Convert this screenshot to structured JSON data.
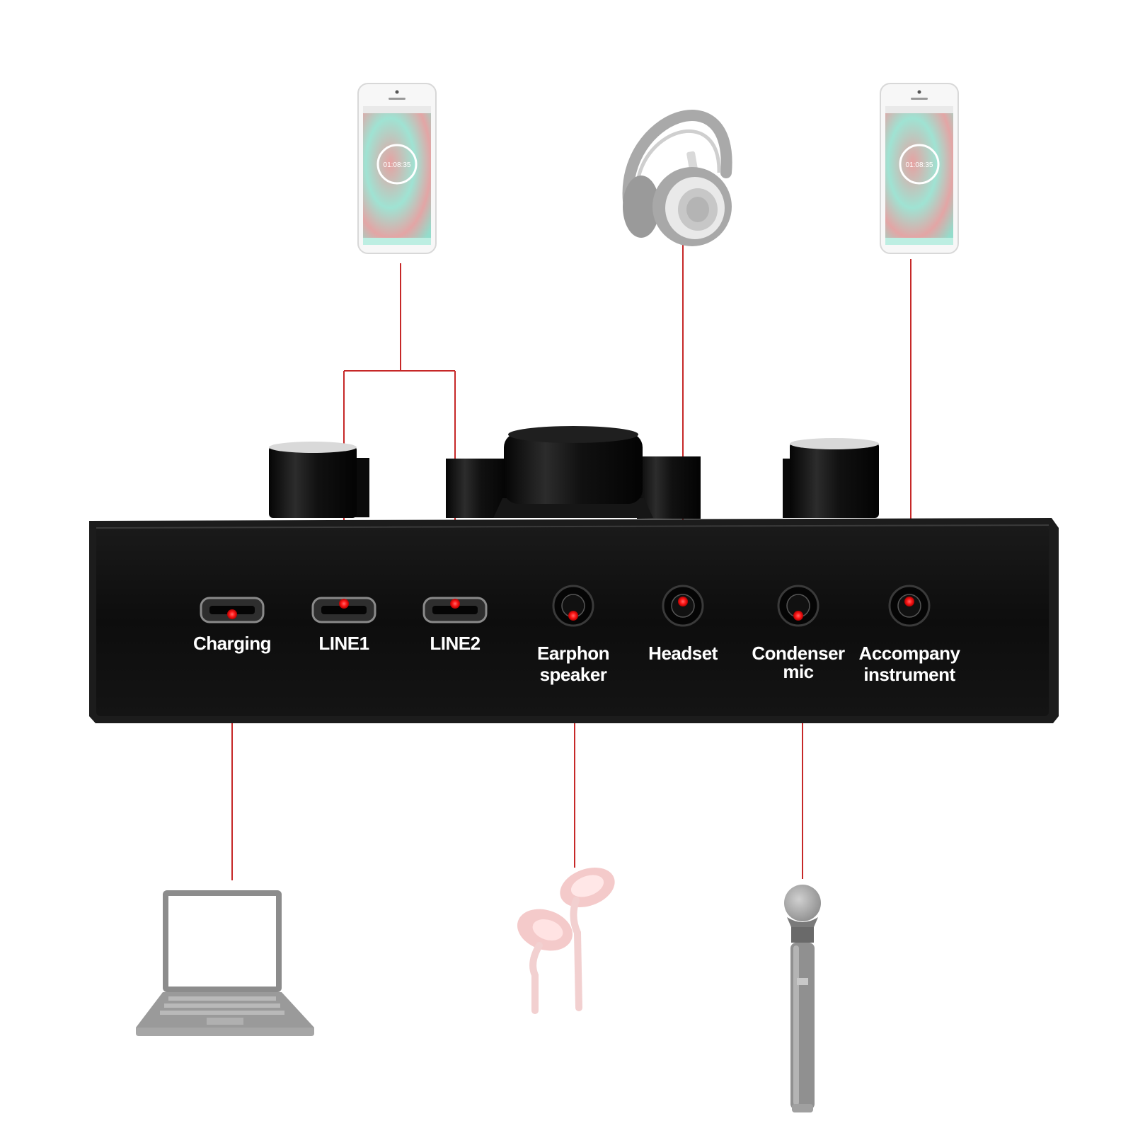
{
  "colors": {
    "background": "#ffffff",
    "device_body": "#0e0e0e",
    "device_edge": "#2a2a2a",
    "connection_line": "#c62828",
    "port_indicator": "#ff1a1a",
    "label_text": "#ffffff",
    "peripheral_gray": "#9e9e9e",
    "earphone_pink": "#f3c6c6",
    "phone_screen_teal": "#8fe0cf",
    "phone_screen_red": "#e89a9a"
  },
  "phone_screen": {
    "time": "01:08:35"
  },
  "ports": [
    {
      "id": "charging",
      "kind": "micro-usb",
      "label_lines": [
        "Charging"
      ]
    },
    {
      "id": "line1",
      "kind": "micro-usb",
      "label_lines": [
        "LINE1"
      ]
    },
    {
      "id": "line2",
      "kind": "micro-usb",
      "label_lines": [
        "LINE2"
      ]
    },
    {
      "id": "earphon-speaker",
      "kind": "audio-jack",
      "label_lines": [
        "Earphon",
        "speaker"
      ]
    },
    {
      "id": "headset",
      "kind": "audio-jack",
      "label_lines": [
        "Headset"
      ]
    },
    {
      "id": "condenser-mic",
      "kind": "audio-jack",
      "label_lines": [
        "Condenser",
        "mic"
      ]
    },
    {
      "id": "accompany-instrument",
      "kind": "audio-jack",
      "label_lines": [
        "Accompany",
        "instrument"
      ]
    }
  ],
  "peripherals": [
    {
      "id": "phone-left",
      "icon": "smartphone-icon",
      "connects_to": [
        "line1",
        "line2"
      ]
    },
    {
      "id": "headphones",
      "icon": "headphones-icon",
      "connects_to": [
        "headset"
      ]
    },
    {
      "id": "phone-right",
      "icon": "smartphone-icon",
      "connects_to": [
        "accompany-instrument"
      ]
    },
    {
      "id": "laptop",
      "icon": "laptop-icon",
      "connects_to": [
        "charging"
      ]
    },
    {
      "id": "earphones",
      "icon": "earphones-icon",
      "connects_to": [
        "earphon-speaker"
      ]
    },
    {
      "id": "microphone",
      "icon": "microphone-icon",
      "connects_to": [
        "condenser-mic"
      ]
    }
  ]
}
